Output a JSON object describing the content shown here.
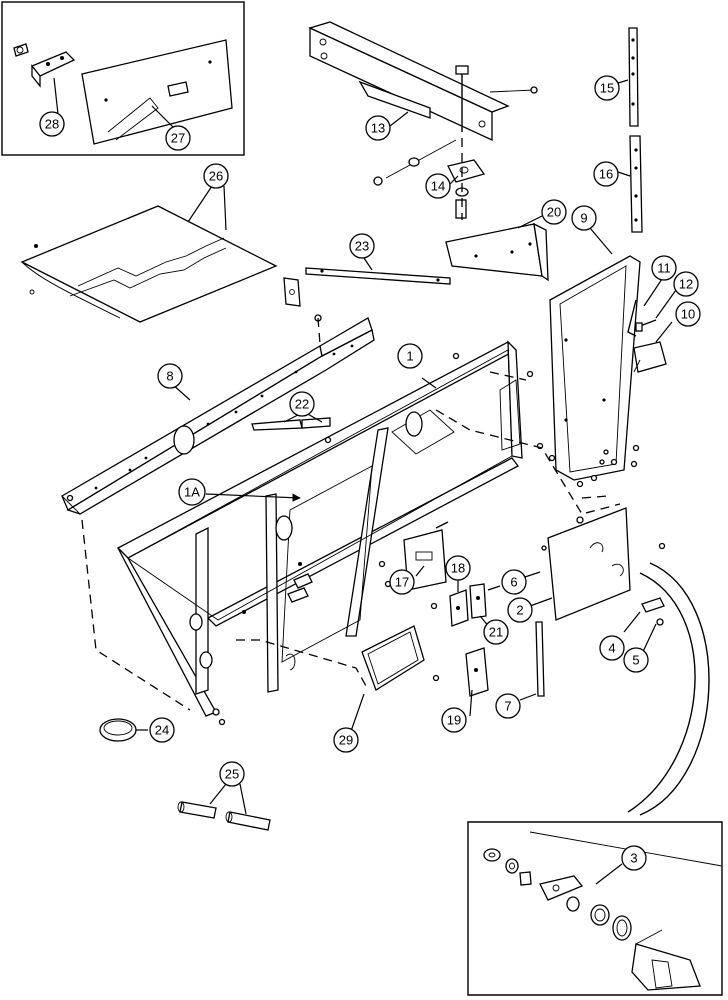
{
  "callouts": [
    {
      "id": "c1",
      "label": "1"
    },
    {
      "id": "c1a",
      "label": "1A"
    },
    {
      "id": "c2",
      "label": "2"
    },
    {
      "id": "c3",
      "label": "3"
    },
    {
      "id": "c4",
      "label": "4"
    },
    {
      "id": "c5",
      "label": "5"
    },
    {
      "id": "c6",
      "label": "6"
    },
    {
      "id": "c7",
      "label": "7"
    },
    {
      "id": "c8",
      "label": "8"
    },
    {
      "id": "c9",
      "label": "9"
    },
    {
      "id": "c10",
      "label": "10"
    },
    {
      "id": "c11",
      "label": "11"
    },
    {
      "id": "c12",
      "label": "12"
    },
    {
      "id": "c13",
      "label": "13"
    },
    {
      "id": "c14",
      "label": "14"
    },
    {
      "id": "c15",
      "label": "15"
    },
    {
      "id": "c16",
      "label": "16"
    },
    {
      "id": "c17",
      "label": "17"
    },
    {
      "id": "c18",
      "label": "18"
    },
    {
      "id": "c19",
      "label": "19"
    },
    {
      "id": "c20",
      "label": "20"
    },
    {
      "id": "c21",
      "label": "21"
    },
    {
      "id": "c22",
      "label": "22"
    },
    {
      "id": "c23",
      "label": "23"
    },
    {
      "id": "c24",
      "label": "24"
    },
    {
      "id": "c25",
      "label": "25"
    },
    {
      "id": "c26",
      "label": "26"
    },
    {
      "id": "c27",
      "label": "27"
    },
    {
      "id": "c28",
      "label": "28"
    },
    {
      "id": "c29",
      "label": "29"
    }
  ]
}
